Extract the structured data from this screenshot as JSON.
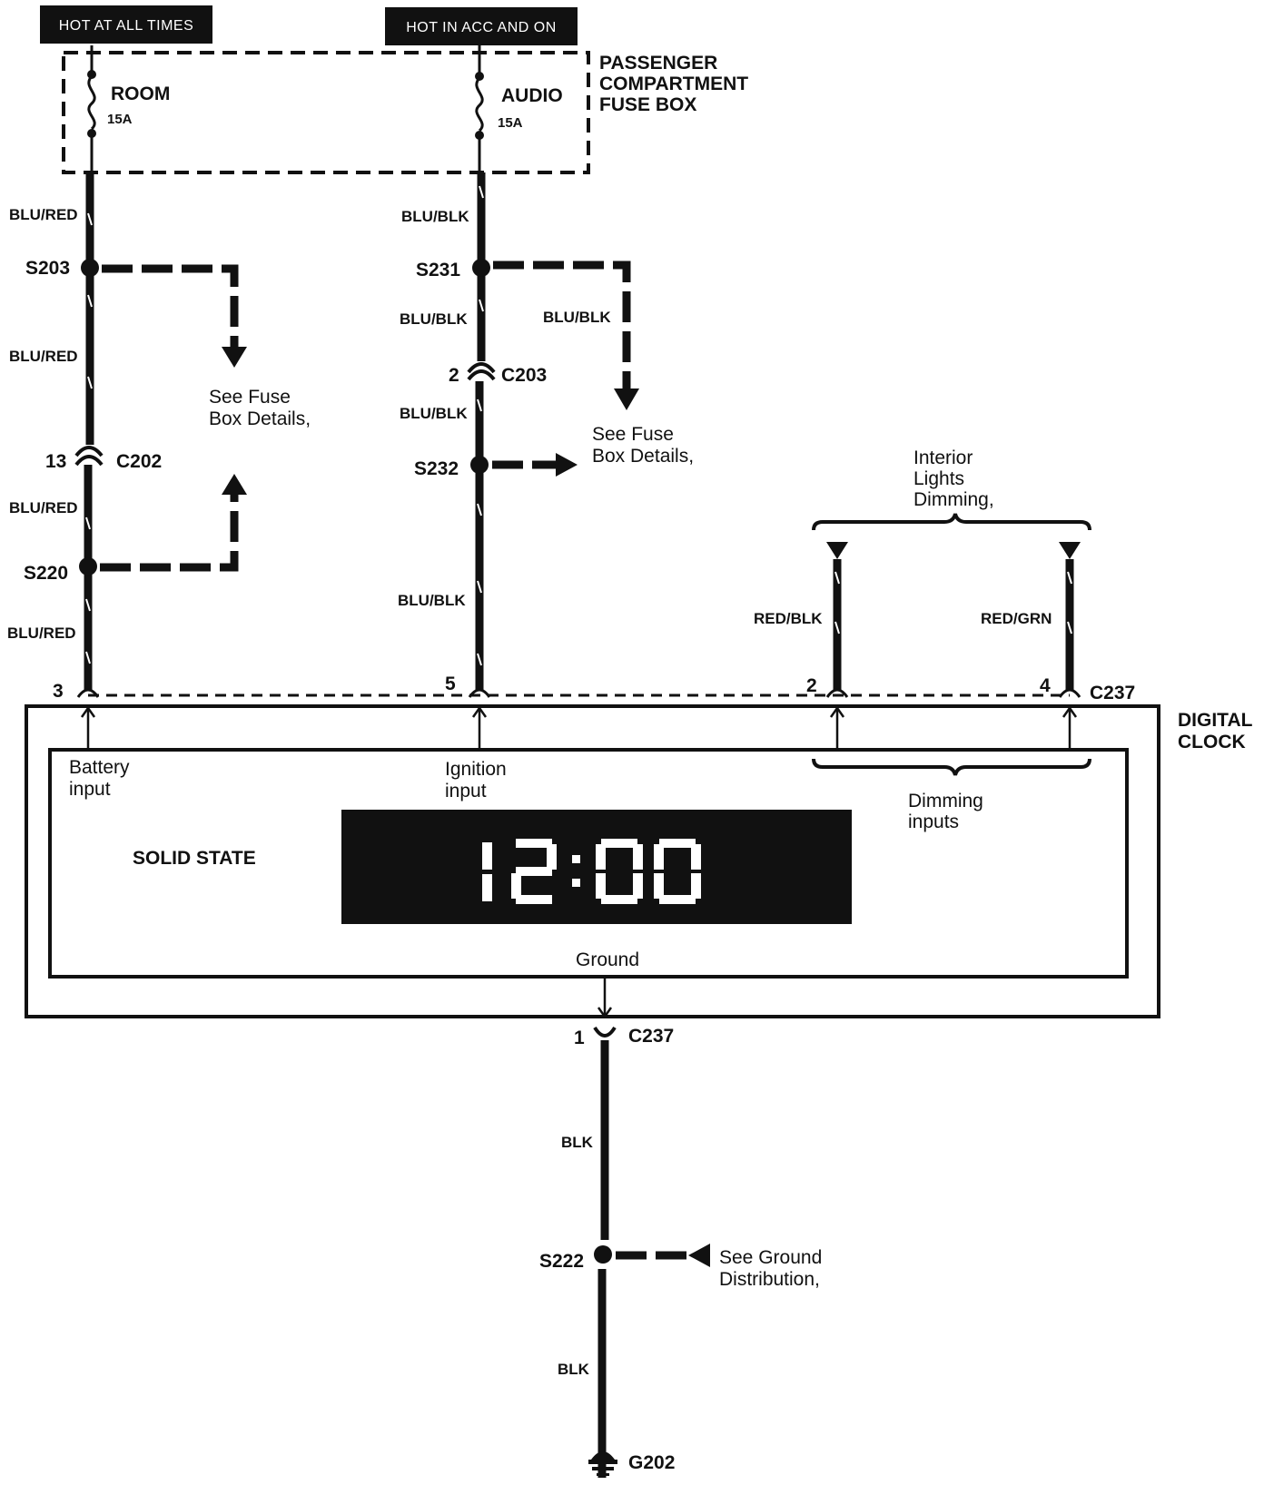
{
  "power_sources": {
    "hot_at_all_times": "HOT AT ALL TIMES",
    "hot_in_acc_and_on": "HOT IN ACC AND ON"
  },
  "fuse_box": {
    "title_line1": "PASSENGER",
    "title_line2": "COMPARTMENT",
    "title_line3": "FUSE BOX",
    "fuses": [
      {
        "name": "ROOM",
        "rating": "15A"
      },
      {
        "name": "AUDIO",
        "rating": "15A"
      }
    ]
  },
  "left_circuit": {
    "wire_color": "BLU/RED",
    "splices": [
      "S203",
      "S220"
    ],
    "connector": "C202",
    "connector_pin": "13",
    "clock_pin": "3"
  },
  "center_circuit": {
    "wire_color": "BLU/BLK",
    "splices": [
      "S231",
      "S232"
    ],
    "connector": "C203",
    "connector_pin": "2",
    "clock_pin": "5"
  },
  "references": {
    "fuse_box_details_left_line1": "See Fuse",
    "fuse_box_details_left_line2": "Box Details,",
    "fuse_box_details_right_line1": "See Fuse",
    "fuse_box_details_right_line2": "Box Details,",
    "interior_lights_line1": "Interior",
    "interior_lights_line2": "Lights",
    "interior_lights_line3": "Dimming,",
    "ground_dist_line1": "See Ground",
    "ground_dist_line2": "Distribution,"
  },
  "dimming_wires": [
    {
      "color": "RED/BLK",
      "pin": "2"
    },
    {
      "color": "RED/GRN",
      "pin": "4"
    }
  ],
  "clock": {
    "connector": "C237",
    "title_line1": "DIGITAL",
    "title_line2": "CLOCK",
    "solid_state": "SOLID STATE",
    "display": "12:00",
    "battery_input_line1": "Battery",
    "battery_input_line2": "input",
    "ignition_input_line1": "Ignition",
    "ignition_input_line2": "input",
    "dimming_inputs_line1": "Dimming",
    "dimming_inputs_line2": "inputs",
    "ground_label": "Ground"
  },
  "ground_circuit": {
    "pin": "1",
    "connector": "C237",
    "wire_color": "BLK",
    "splice": "S222",
    "ground_point": "G202"
  },
  "colors": {
    "ink": "#111111",
    "paper": "#ffffff"
  }
}
